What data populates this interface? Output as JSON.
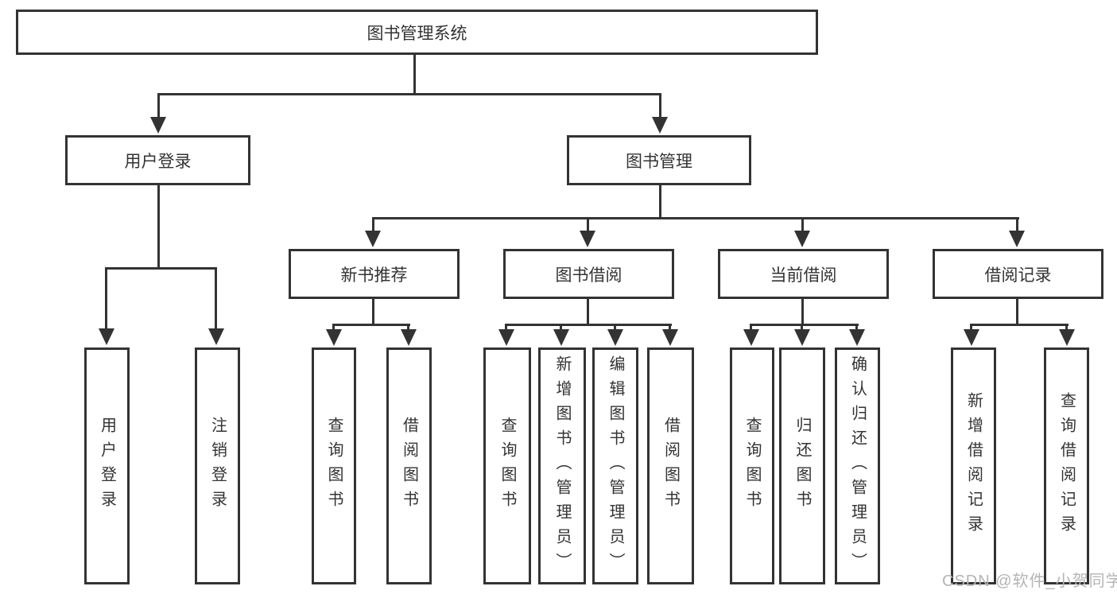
{
  "diagram": {
    "root": "图书管理系统",
    "branches": [
      {
        "label": "用户登录",
        "children": [
          "用户登录",
          "注销登录"
        ]
      },
      {
        "label": "图书管理",
        "children": [
          {
            "label": "新书推荐",
            "children": [
              "查询图书",
              "借阅图书"
            ]
          },
          {
            "label": "图书借阅",
            "children": [
              "查询图书",
              "新增图书（管理员）",
              "编辑图书（管理员）",
              "借阅图书"
            ]
          },
          {
            "label": "当前借阅",
            "children": [
              "查询图书",
              "归还图书",
              "确认归还（管理员）"
            ]
          },
          {
            "label": "借阅记录",
            "children": [
              "新增借阅记录",
              "查询借阅记录"
            ]
          }
        ]
      }
    ]
  },
  "watermark": {
    "text": "CSDN @软件_小贺同学"
  },
  "colors": {
    "line": "#333333",
    "text": "#333333",
    "watermark": "#b4b4b4",
    "background": "#ffffff"
  }
}
